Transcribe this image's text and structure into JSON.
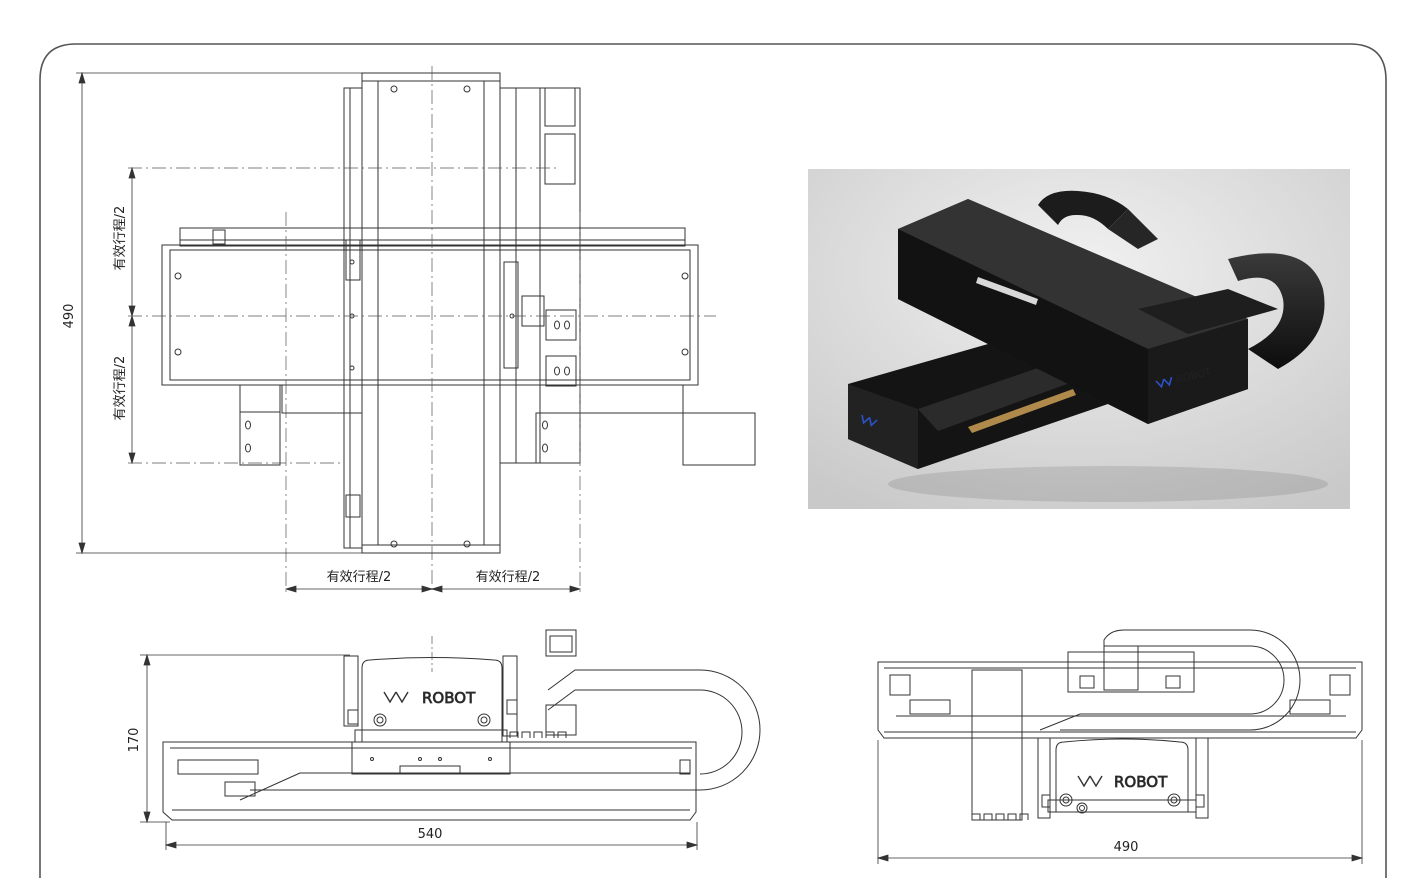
{
  "dimensions": {
    "top_height": "490",
    "stroke_half_upper": "有效行程/2",
    "stroke_half_lower": "有效行程/2",
    "stroke_half_left": "有效行程/2",
    "stroke_half_right": "有效行程/2",
    "side_height": "170",
    "side_width": "540",
    "front_width": "490"
  },
  "branding": {
    "logo_text": "ROBOT"
  },
  "colors": {
    "line": "#333333",
    "frame": "#555555",
    "carriage_black": "#1a1a1a",
    "logo_blue": "#2a52c9"
  }
}
